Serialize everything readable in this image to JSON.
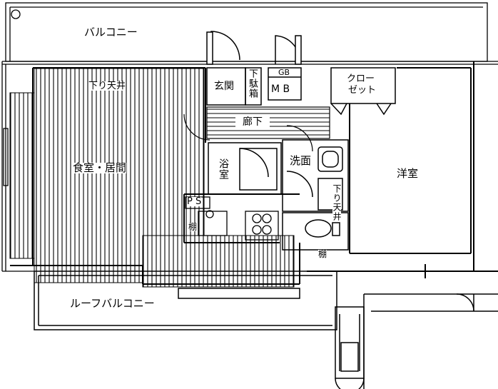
{
  "floor_plan": {
    "rooms": {
      "balcony": "バルコニー",
      "entrance": "玄関",
      "shoe_box": "下駄箱",
      "mb": "M B",
      "gb": "GB",
      "closet_line1": "クロー",
      "closet_line2": "ゼット",
      "corridor": "廊下",
      "dining_living": "食室・居間",
      "lowered_ceiling_top": "下り天井",
      "bath": "浴室",
      "washroom": "洗面",
      "western_room": "洋室",
      "lowered_ceiling_side": "下り天井",
      "ps": "P S",
      "shelf_left": "棚",
      "shelf_right": "棚",
      "roof_balcony": "ルーフバルコニー"
    }
  }
}
